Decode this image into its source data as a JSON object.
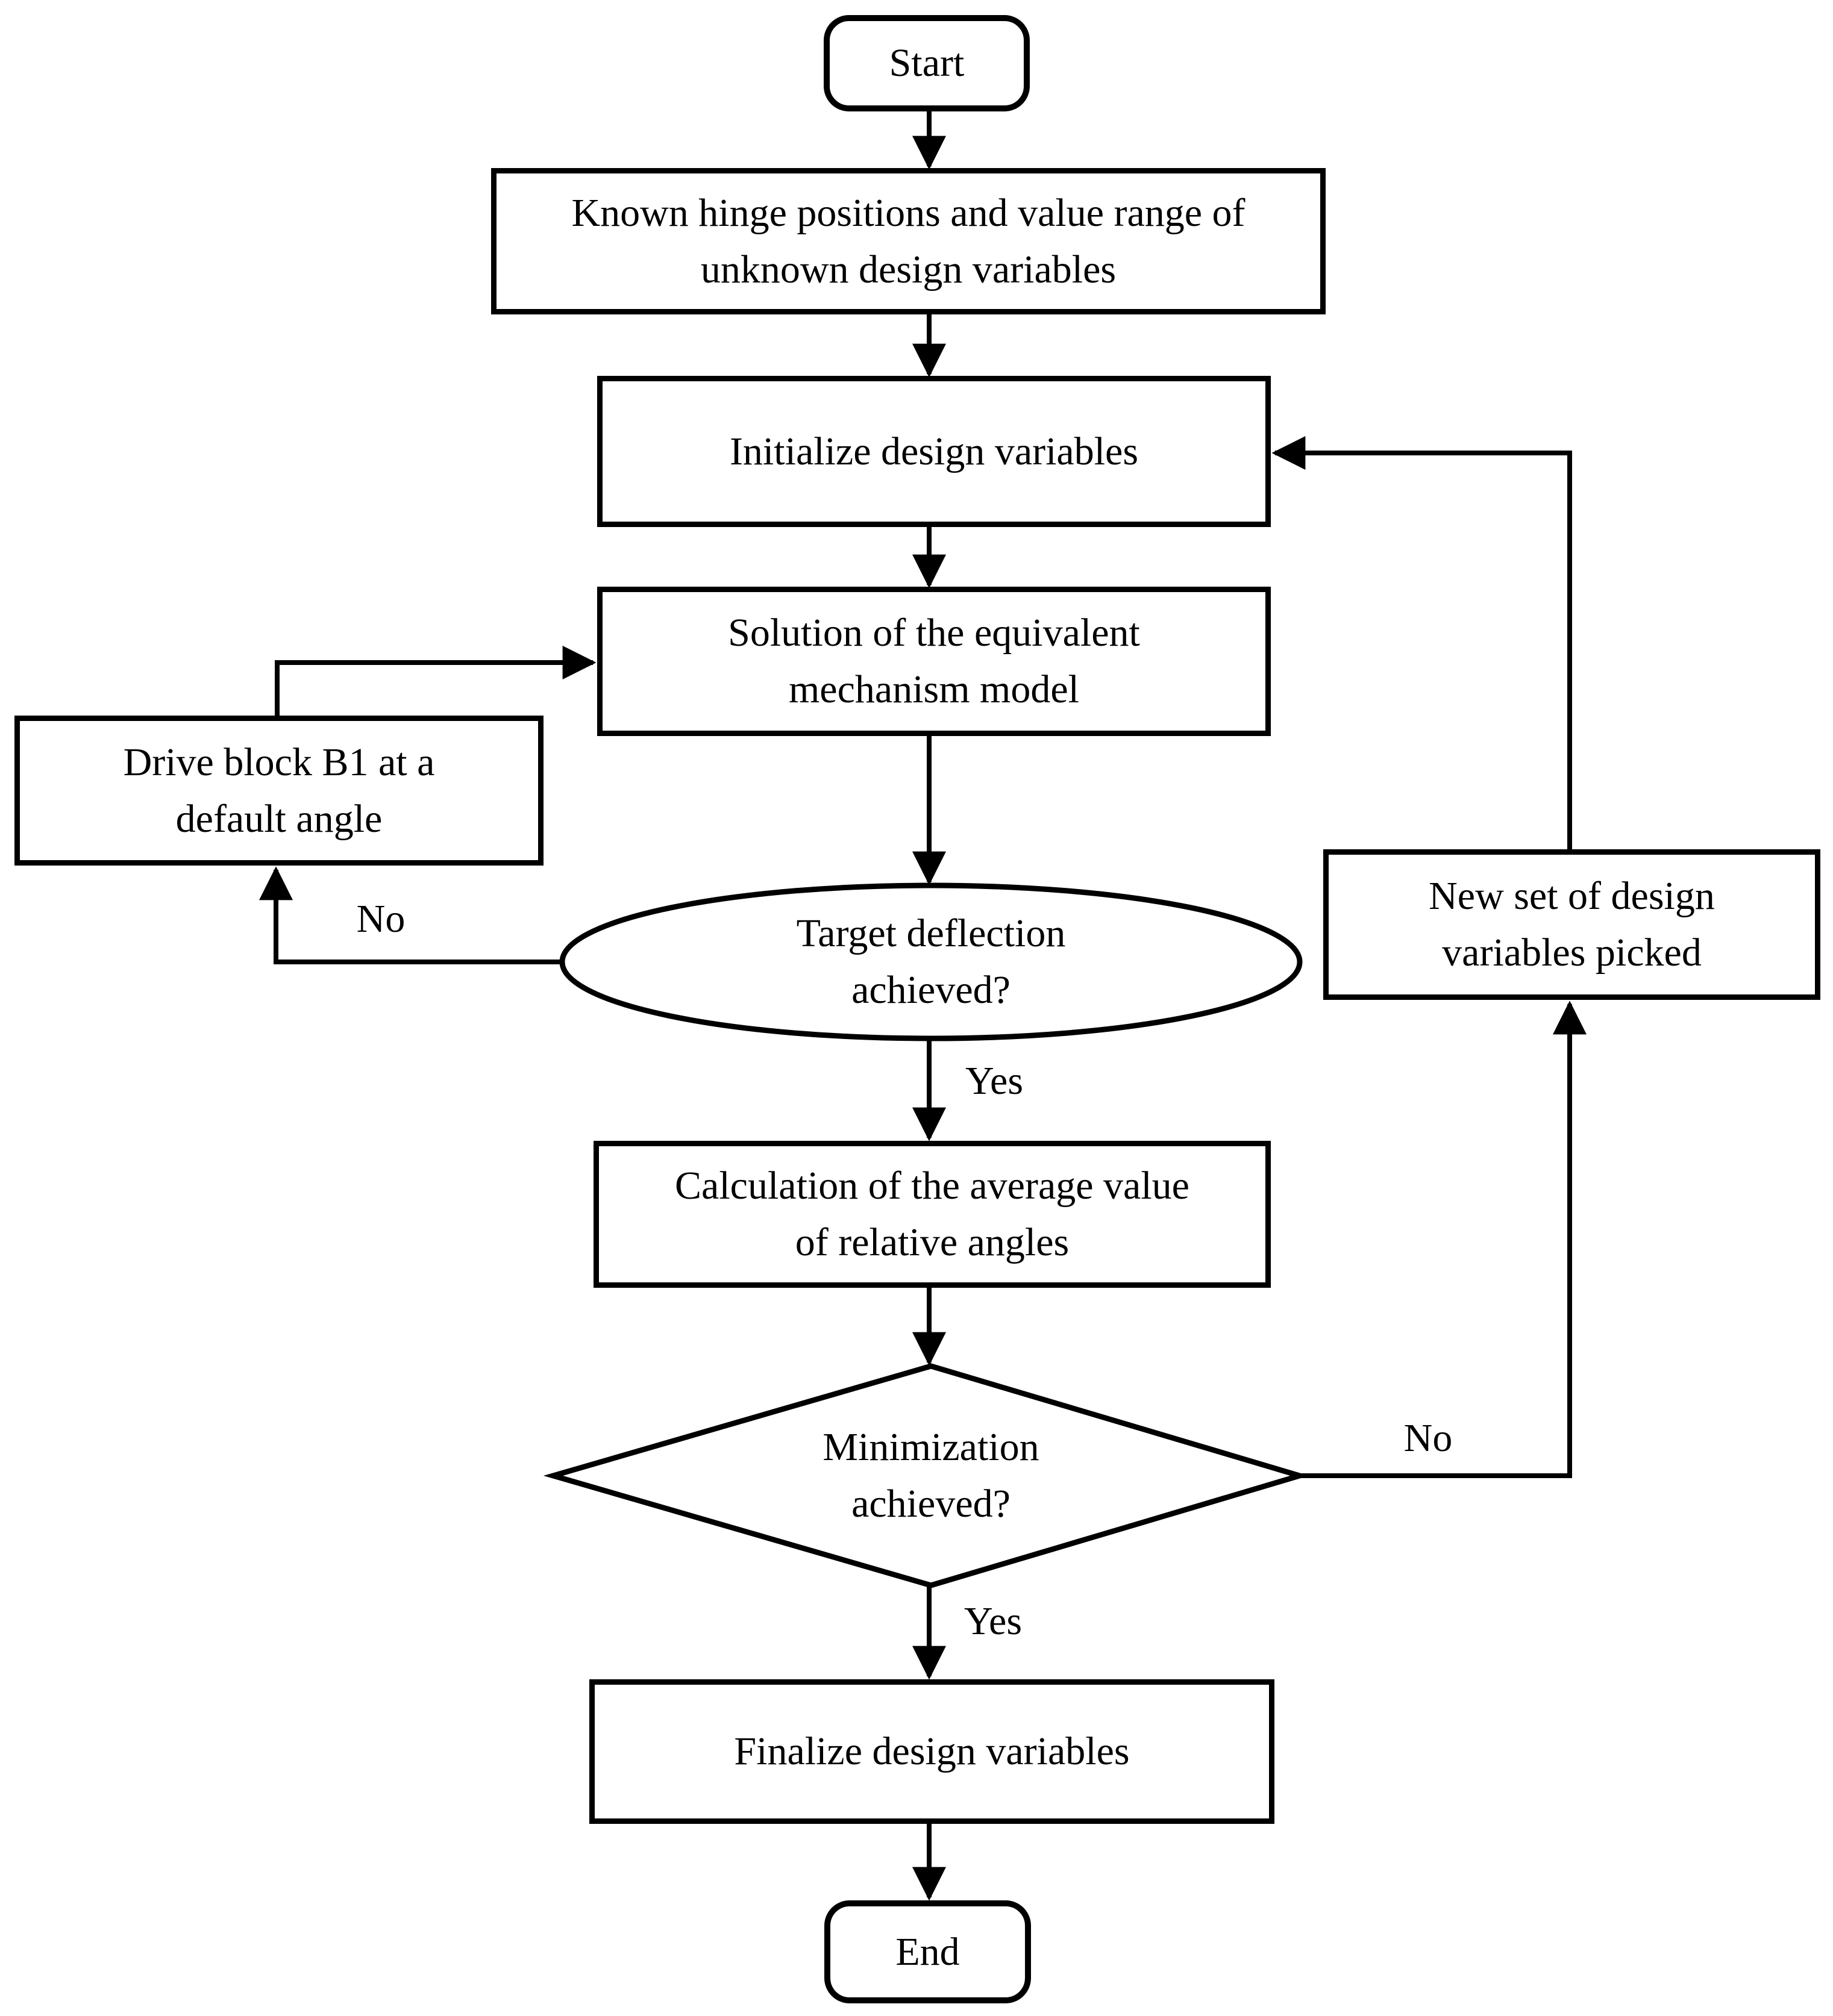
{
  "figure": {
    "type": "flowchart",
    "background": "#ffffff",
    "stroke_color": "#000000",
    "text_color": "#000000"
  },
  "nodes": {
    "start": {
      "shape": "rounded-terminal",
      "label": "Start"
    },
    "known": {
      "shape": "process",
      "lines": [
        "Known hinge positions and value range of",
        "unknown design variables"
      ]
    },
    "initialize": {
      "shape": "process",
      "label": "Initialize design variables"
    },
    "solution": {
      "shape": "process",
      "lines": [
        "Solution of the equivalent",
        "mechanism model"
      ]
    },
    "drive": {
      "shape": "process",
      "lines": [
        "Drive block B1 at a",
        "default angle"
      ]
    },
    "target": {
      "shape": "decision-ellipse",
      "lines": [
        "Target deflection",
        "achieved?"
      ]
    },
    "calculation": {
      "shape": "process",
      "lines": [
        "Calculation of the average value",
        "of relative angles"
      ]
    },
    "minimization": {
      "shape": "decision-diamond",
      "lines": [
        "Minimization",
        "achieved?"
      ]
    },
    "newset": {
      "shape": "process",
      "lines": [
        "New set of design",
        "variables picked"
      ]
    },
    "finalize": {
      "shape": "process",
      "label": "Finalize design variables"
    },
    "end": {
      "shape": "rounded-terminal",
      "label": "End"
    }
  },
  "edges": [
    {
      "from": "start",
      "to": "known"
    },
    {
      "from": "known",
      "to": "initialize"
    },
    {
      "from": "initialize",
      "to": "solution"
    },
    {
      "from": "solution",
      "to": "target"
    },
    {
      "from": "target",
      "to": "drive",
      "label": "No"
    },
    {
      "from": "target",
      "to": "calculation",
      "label": "Yes"
    },
    {
      "from": "drive",
      "to": "solution"
    },
    {
      "from": "calculation",
      "to": "minimization"
    },
    {
      "from": "minimization",
      "to": "newset",
      "label": "No"
    },
    {
      "from": "minimization",
      "to": "finalize",
      "label": "Yes"
    },
    {
      "from": "newset",
      "to": "initialize"
    },
    {
      "from": "finalize",
      "to": "end"
    }
  ]
}
